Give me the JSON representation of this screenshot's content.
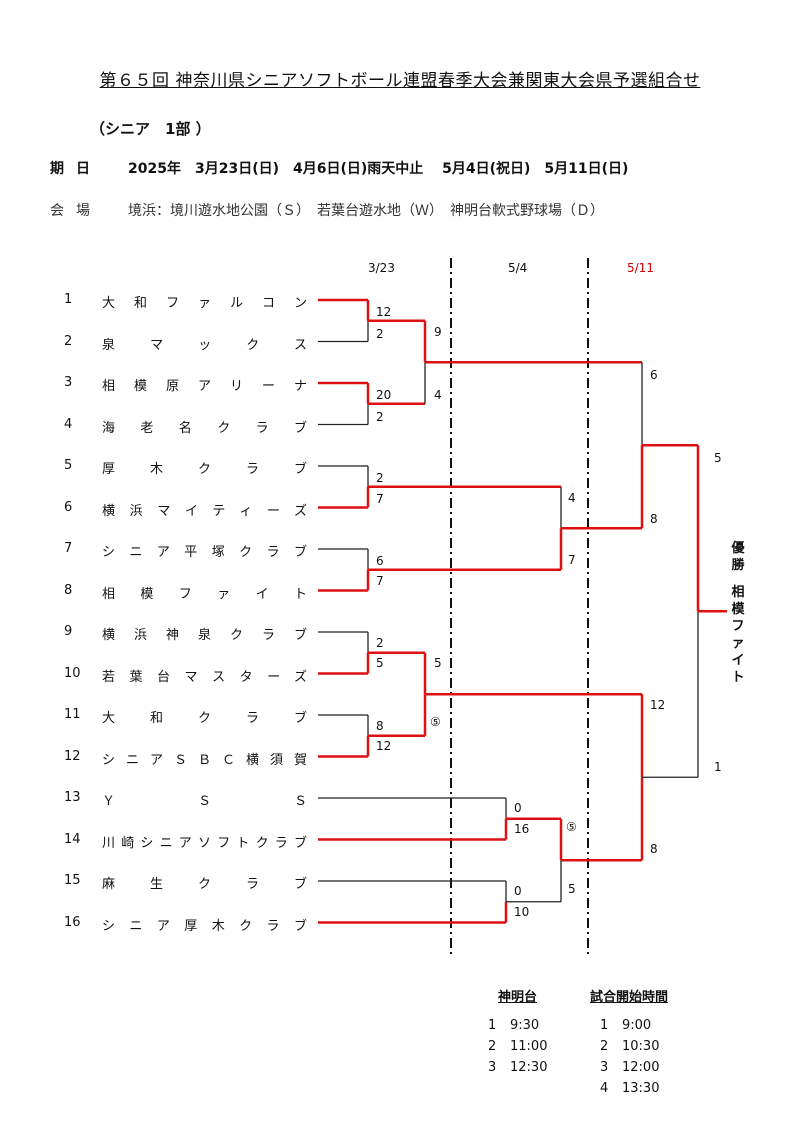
{
  "header": {
    "title": "第６５回 神奈川県シニアソフトボール連盟春季大会兼関東大会県予選組合せ",
    "division": "（シニア　1部 ）",
    "dates_label": "期日",
    "dates": "2025年　3月23日(日)　4月6日(日)雨天中止　 5月4日(祝日)　5月11日(日)",
    "venue_label": "会場",
    "venue": "境浜：境川遊水地公園（Ｓ）　若葉台遊水地（Ｗ）　神明台軟式野球場（Ｄ）"
  },
  "rounds": [
    {
      "label": "3/23",
      "color": "#111111"
    },
    {
      "label": "5/4",
      "color": "#111111"
    },
    {
      "label": "5/11",
      "color": "#cc0000"
    }
  ],
  "teams": [
    {
      "no": "1",
      "name": "大和ファルコン"
    },
    {
      "no": "2",
      "name": "泉マックス"
    },
    {
      "no": "3",
      "name": "相模原アリーナ"
    },
    {
      "no": "4",
      "name": "海老名クラブ"
    },
    {
      "no": "5",
      "name": "厚木クラブ"
    },
    {
      "no": "6",
      "name": "横浜マイティーズ"
    },
    {
      "no": "7",
      "name": "シニア平塚クラブ"
    },
    {
      "no": "8",
      "name": "相模ファイト"
    },
    {
      "no": "9",
      "name": "横浜神泉クラブ"
    },
    {
      "no": "10",
      "name": "若葉台マスターズ"
    },
    {
      "no": "11",
      "name": "大和クラブ"
    },
    {
      "no": "12",
      "name": "シニアＳＢＣ横須賀"
    },
    {
      "no": "13",
      "name": "ＹＳＳ"
    },
    {
      "no": "14",
      "name": "川崎シニアソフトクラブ"
    },
    {
      "no": "15",
      "name": "麻生クラブ"
    },
    {
      "no": "16",
      "name": "シニア厚木クラブ"
    }
  ],
  "scores": {
    "r1": [
      "12",
      "2",
      "20",
      "2",
      "2",
      "7",
      "6",
      "7",
      "2",
      "5",
      "8",
      "12",
      "0",
      "16",
      "0",
      "10"
    ],
    "r2": [
      "9",
      "4",
      "4",
      "7",
      "5",
      "⑤",
      "⑤",
      "5"
    ],
    "r3": [
      "6",
      "8",
      "12",
      "8"
    ],
    "final": [
      "5",
      "1"
    ]
  },
  "winner": {
    "label": "優勝",
    "team": "相模ファイト"
  },
  "schedule": {
    "venue_name": "神明台",
    "venue_rows": [
      {
        "no": "1",
        "time": "9:30"
      },
      {
        "no": "2",
        "time": "11:00"
      },
      {
        "no": "3",
        "time": "12:30"
      }
    ],
    "start_title": "試合開始時間",
    "start_rows": [
      {
        "no": "1",
        "time": "9:00"
      },
      {
        "no": "2",
        "time": "10:30"
      },
      {
        "no": "3",
        "time": "12:00"
      },
      {
        "no": "4",
        "time": "13:30"
      }
    ]
  },
  "colors": {
    "win_line": "#dd1111",
    "line": "#222222",
    "divider": "#111111"
  }
}
